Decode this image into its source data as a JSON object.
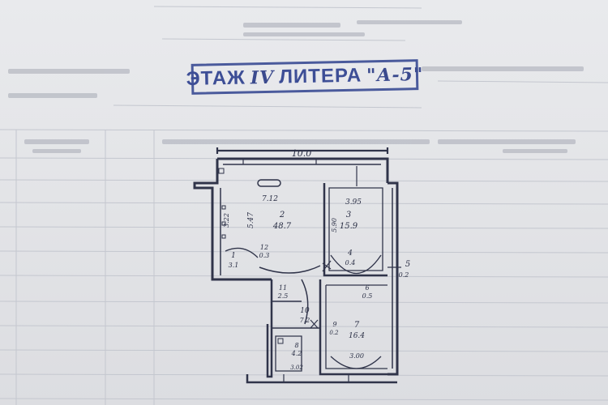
{
  "stamp": {
    "word_floor": "ЭТАЖ",
    "floor_number": "IV",
    "word_litera": "ЛИТЕРА",
    "litera_value": "\"А-5\""
  },
  "plan": {
    "overall_width": "10.0",
    "rooms": [
      {
        "id": "1",
        "area": "3.1"
      },
      {
        "id": "2",
        "area": "48.7"
      },
      {
        "id": "3",
        "area": "15.9"
      },
      {
        "id": "4",
        "area": "0.4"
      },
      {
        "id": "5",
        "area": "0.2"
      },
      {
        "id": "6",
        "area": "0.5"
      },
      {
        "id": "7",
        "area": "16.4"
      },
      {
        "id": "8",
        "area": "4.2"
      },
      {
        "id": "9",
        "area": "0.2"
      },
      {
        "id": "10",
        "area": "7.2"
      },
      {
        "id": "11",
        "area": "2.5"
      },
      {
        "id": "12",
        "area": "0.3"
      }
    ],
    "dims": {
      "d1": "7.12",
      "d2": "5.47",
      "d3": "3.95",
      "d4": "5.90",
      "d5": "3.00",
      "d6": "3.02",
      "d7": "3.22"
    }
  },
  "colors": {
    "ink": "#2a2f45",
    "stamp": "#3d4e96",
    "wall": "#30344a",
    "line": "#b9bcc6"
  }
}
